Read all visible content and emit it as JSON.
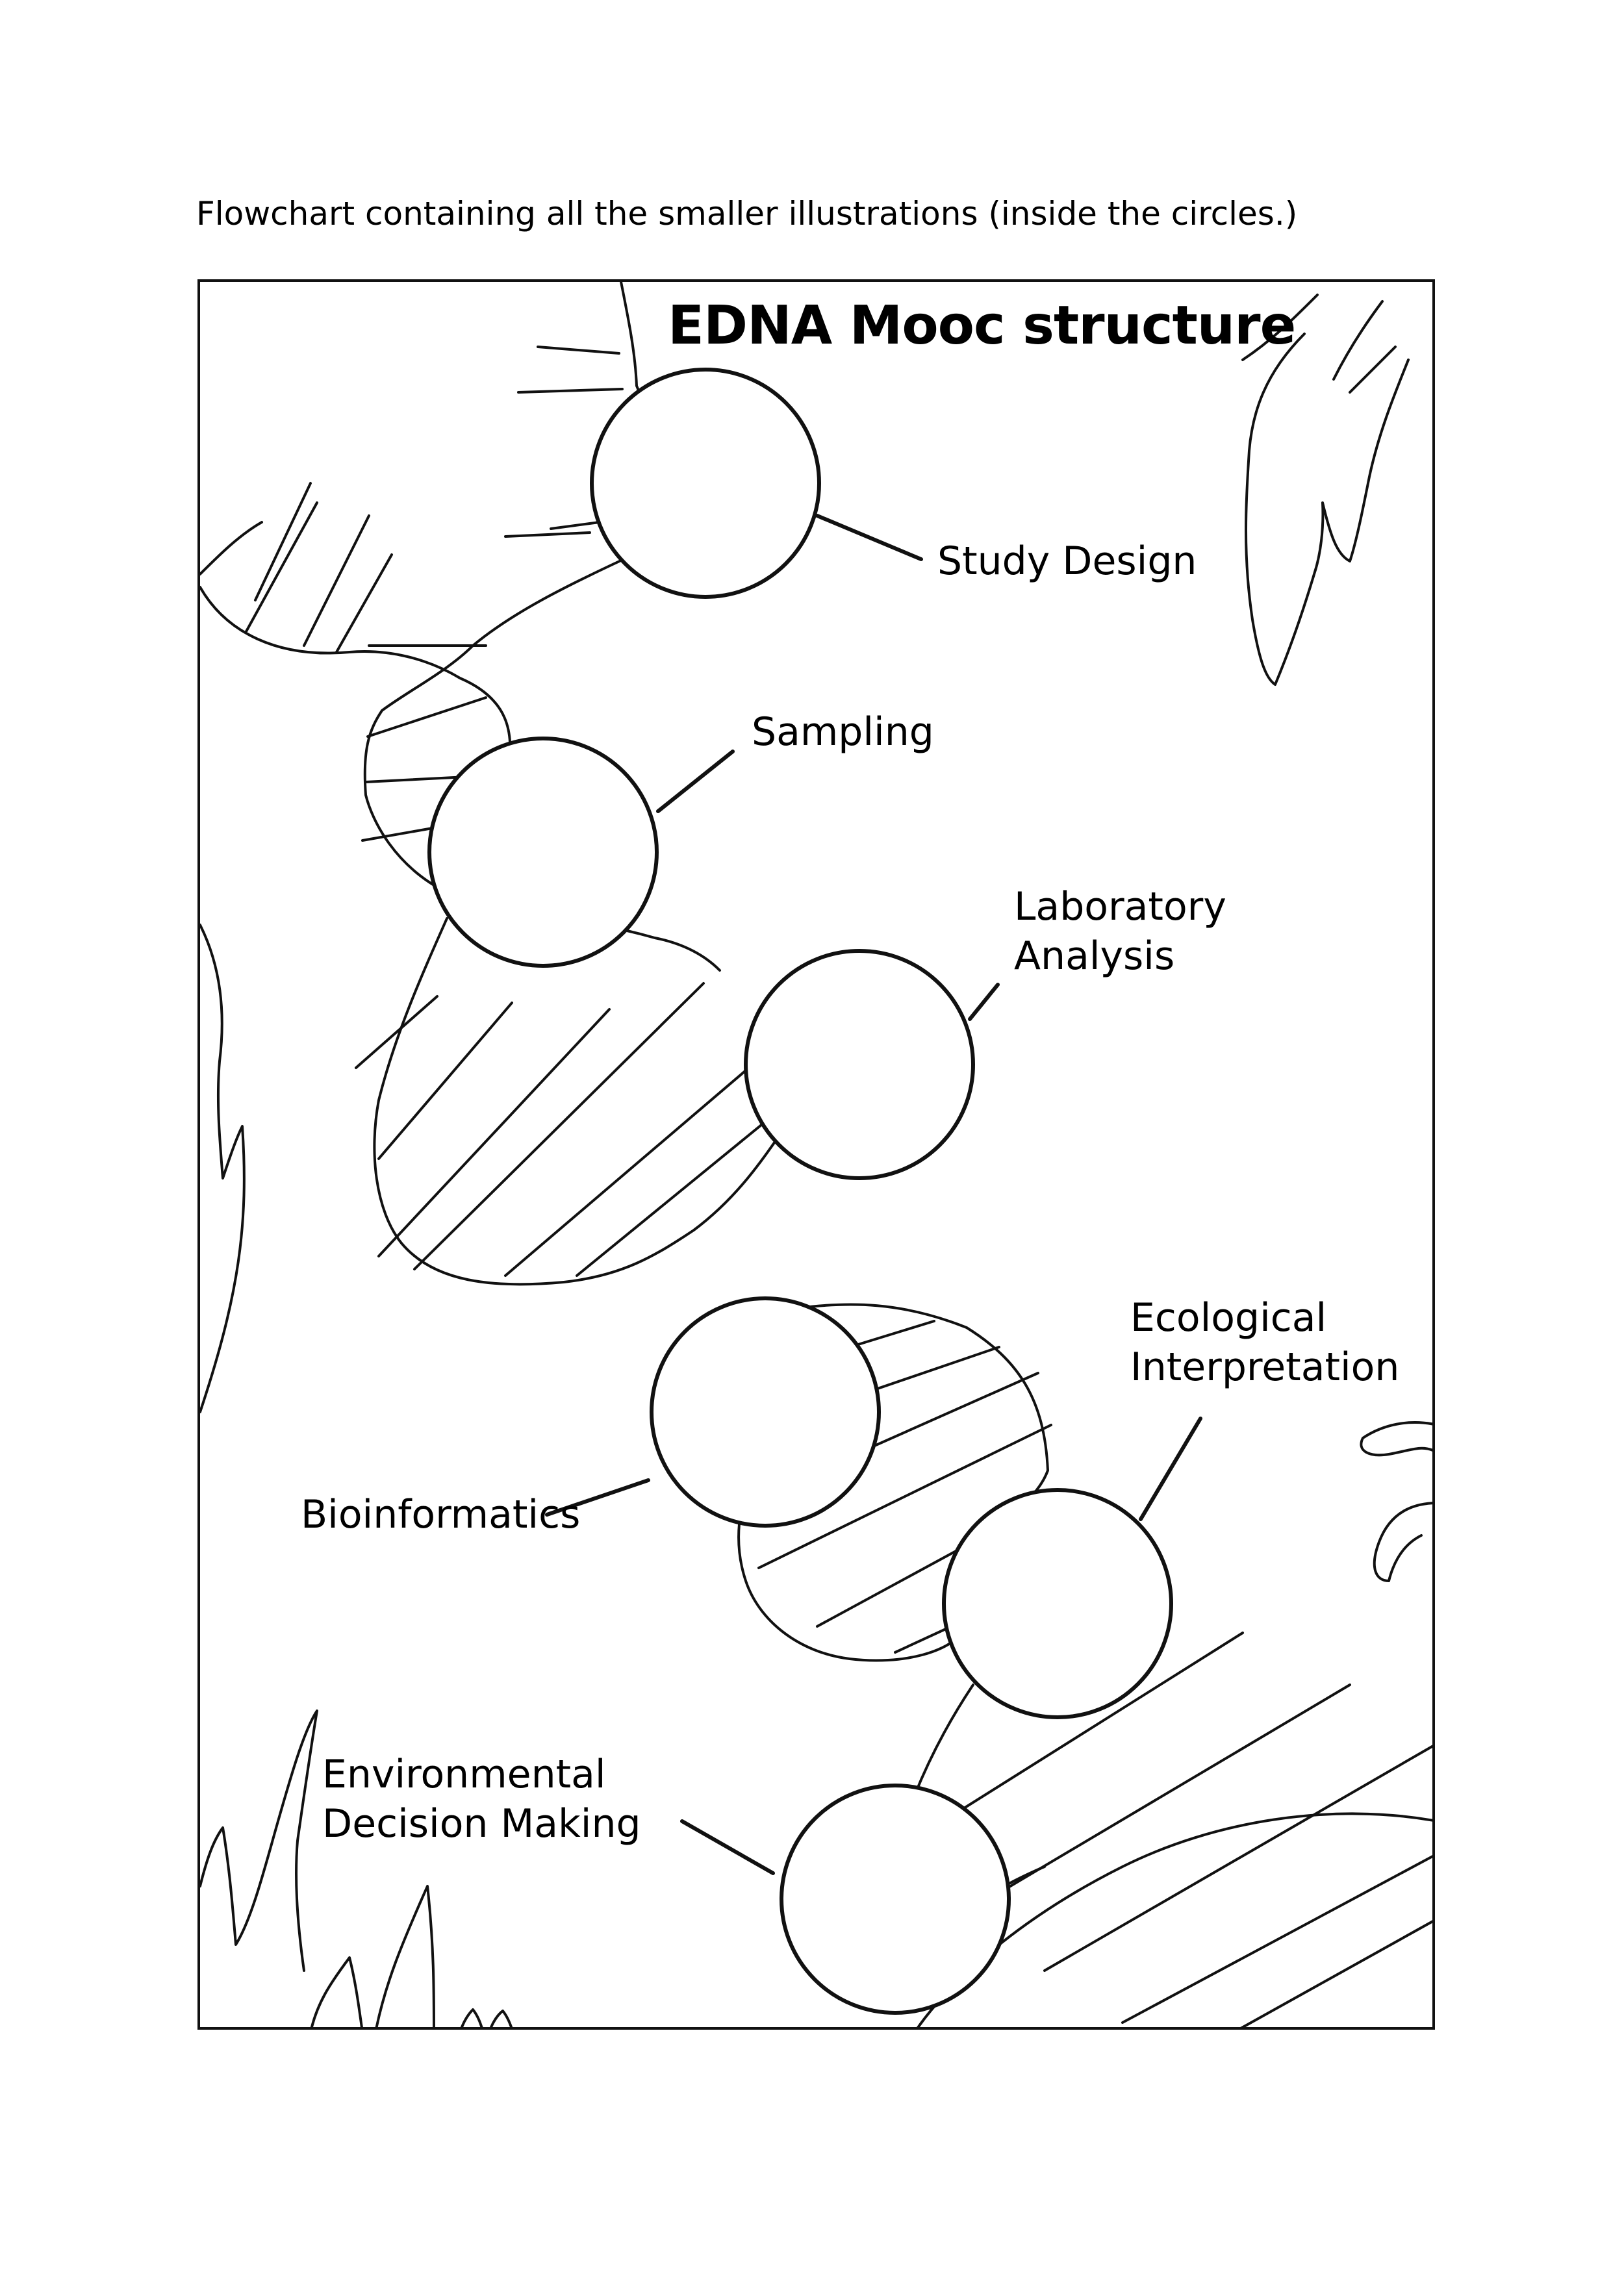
{
  "caption": "Flowchart containing all the smaller illustrations (inside the circles.)",
  "title": "EDNA Mooc structure",
  "steps": [
    {
      "lines": [
        "Study Design"
      ]
    },
    {
      "lines": [
        "Sampling"
      ]
    },
    {
      "lines": [
        "Laboratory",
        "Analysis"
      ]
    },
    {
      "lines": [
        "Bioinformatics"
      ]
    },
    {
      "lines": [
        "Ecological",
        "Interpretation"
      ]
    },
    {
      "lines": [
        "Environmental",
        "Decision Making"
      ]
    }
  ]
}
